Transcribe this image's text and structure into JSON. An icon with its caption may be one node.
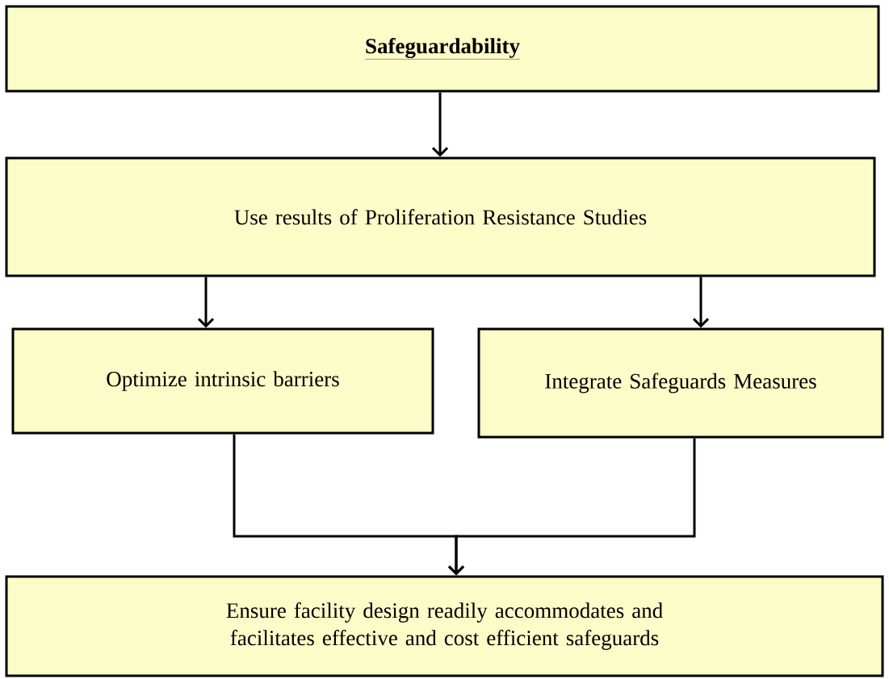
{
  "diagram": {
    "nodes": [
      {
        "text": [
          "Safeguardability"
        ]
      },
      {
        "text": [
          "Use results of Proliferation Resistance Studies"
        ]
      },
      {
        "text": [
          "Optimize intrinsic barriers"
        ]
      },
      {
        "text": [
          "Integrate Safeguards Measures"
        ]
      },
      {
        "text": [
          "Ensure facility design readily accommodates and facilitates effective and cost efficient safeguards"
        ]
      }
    ],
    "edges": [
      {
        "from": 0,
        "to": 1,
        "arrow": "to"
      },
      {
        "from": 1,
        "to": 2,
        "arrow": "to"
      },
      {
        "from": 1,
        "to": 3,
        "arrow": "to"
      },
      {
        "from": 2,
        "to": 4,
        "arrow": "to"
      },
      {
        "from": 3,
        "to": 4,
        "arrow": "to"
      }
    ]
  }
}
